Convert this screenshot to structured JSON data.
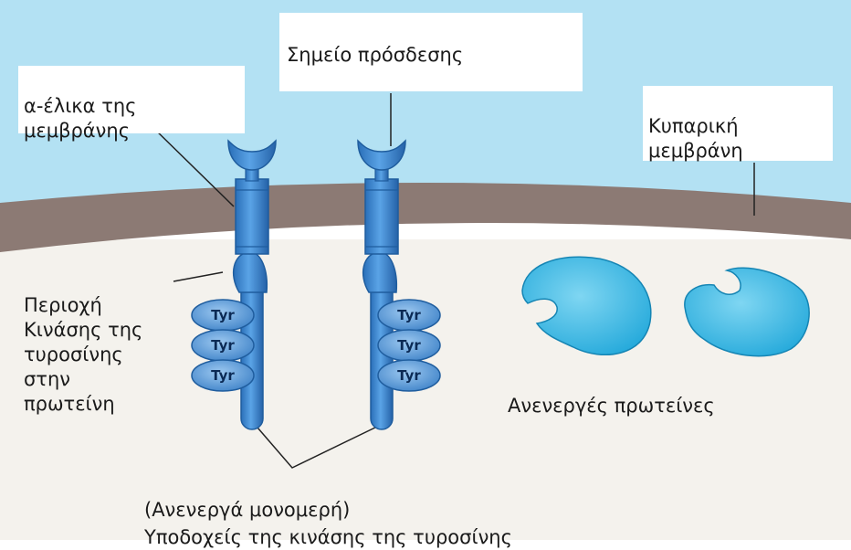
{
  "labels": {
    "binding_site": "Σημείο πρόσδεσης",
    "membrane_helix": "α-έλικα της\nμεμβράνης",
    "cell_membrane": "Κυπαρική\nμεμβράνη",
    "kinase_region": "Περιοχή\nΚινάσης της\nτυροσίνης\nστην\nπρωτείνη",
    "inactive_proteins": "Ανενεργές πρωτείνες",
    "inactive_monomers": "(Ανενεργά μονομερή)",
    "receptors": "Υποδοχείς της κινάσης της τυροσίνης"
  },
  "tyr_label": "Tyr",
  "colors": {
    "extracellular": "#b3e1f3",
    "membrane": "#8c7a74",
    "cytoplasm": "#f4f2ed",
    "receptor": "#3f88d0",
    "receptor_dark": "#1f5d9e",
    "protein": "#33b6e2"
  }
}
